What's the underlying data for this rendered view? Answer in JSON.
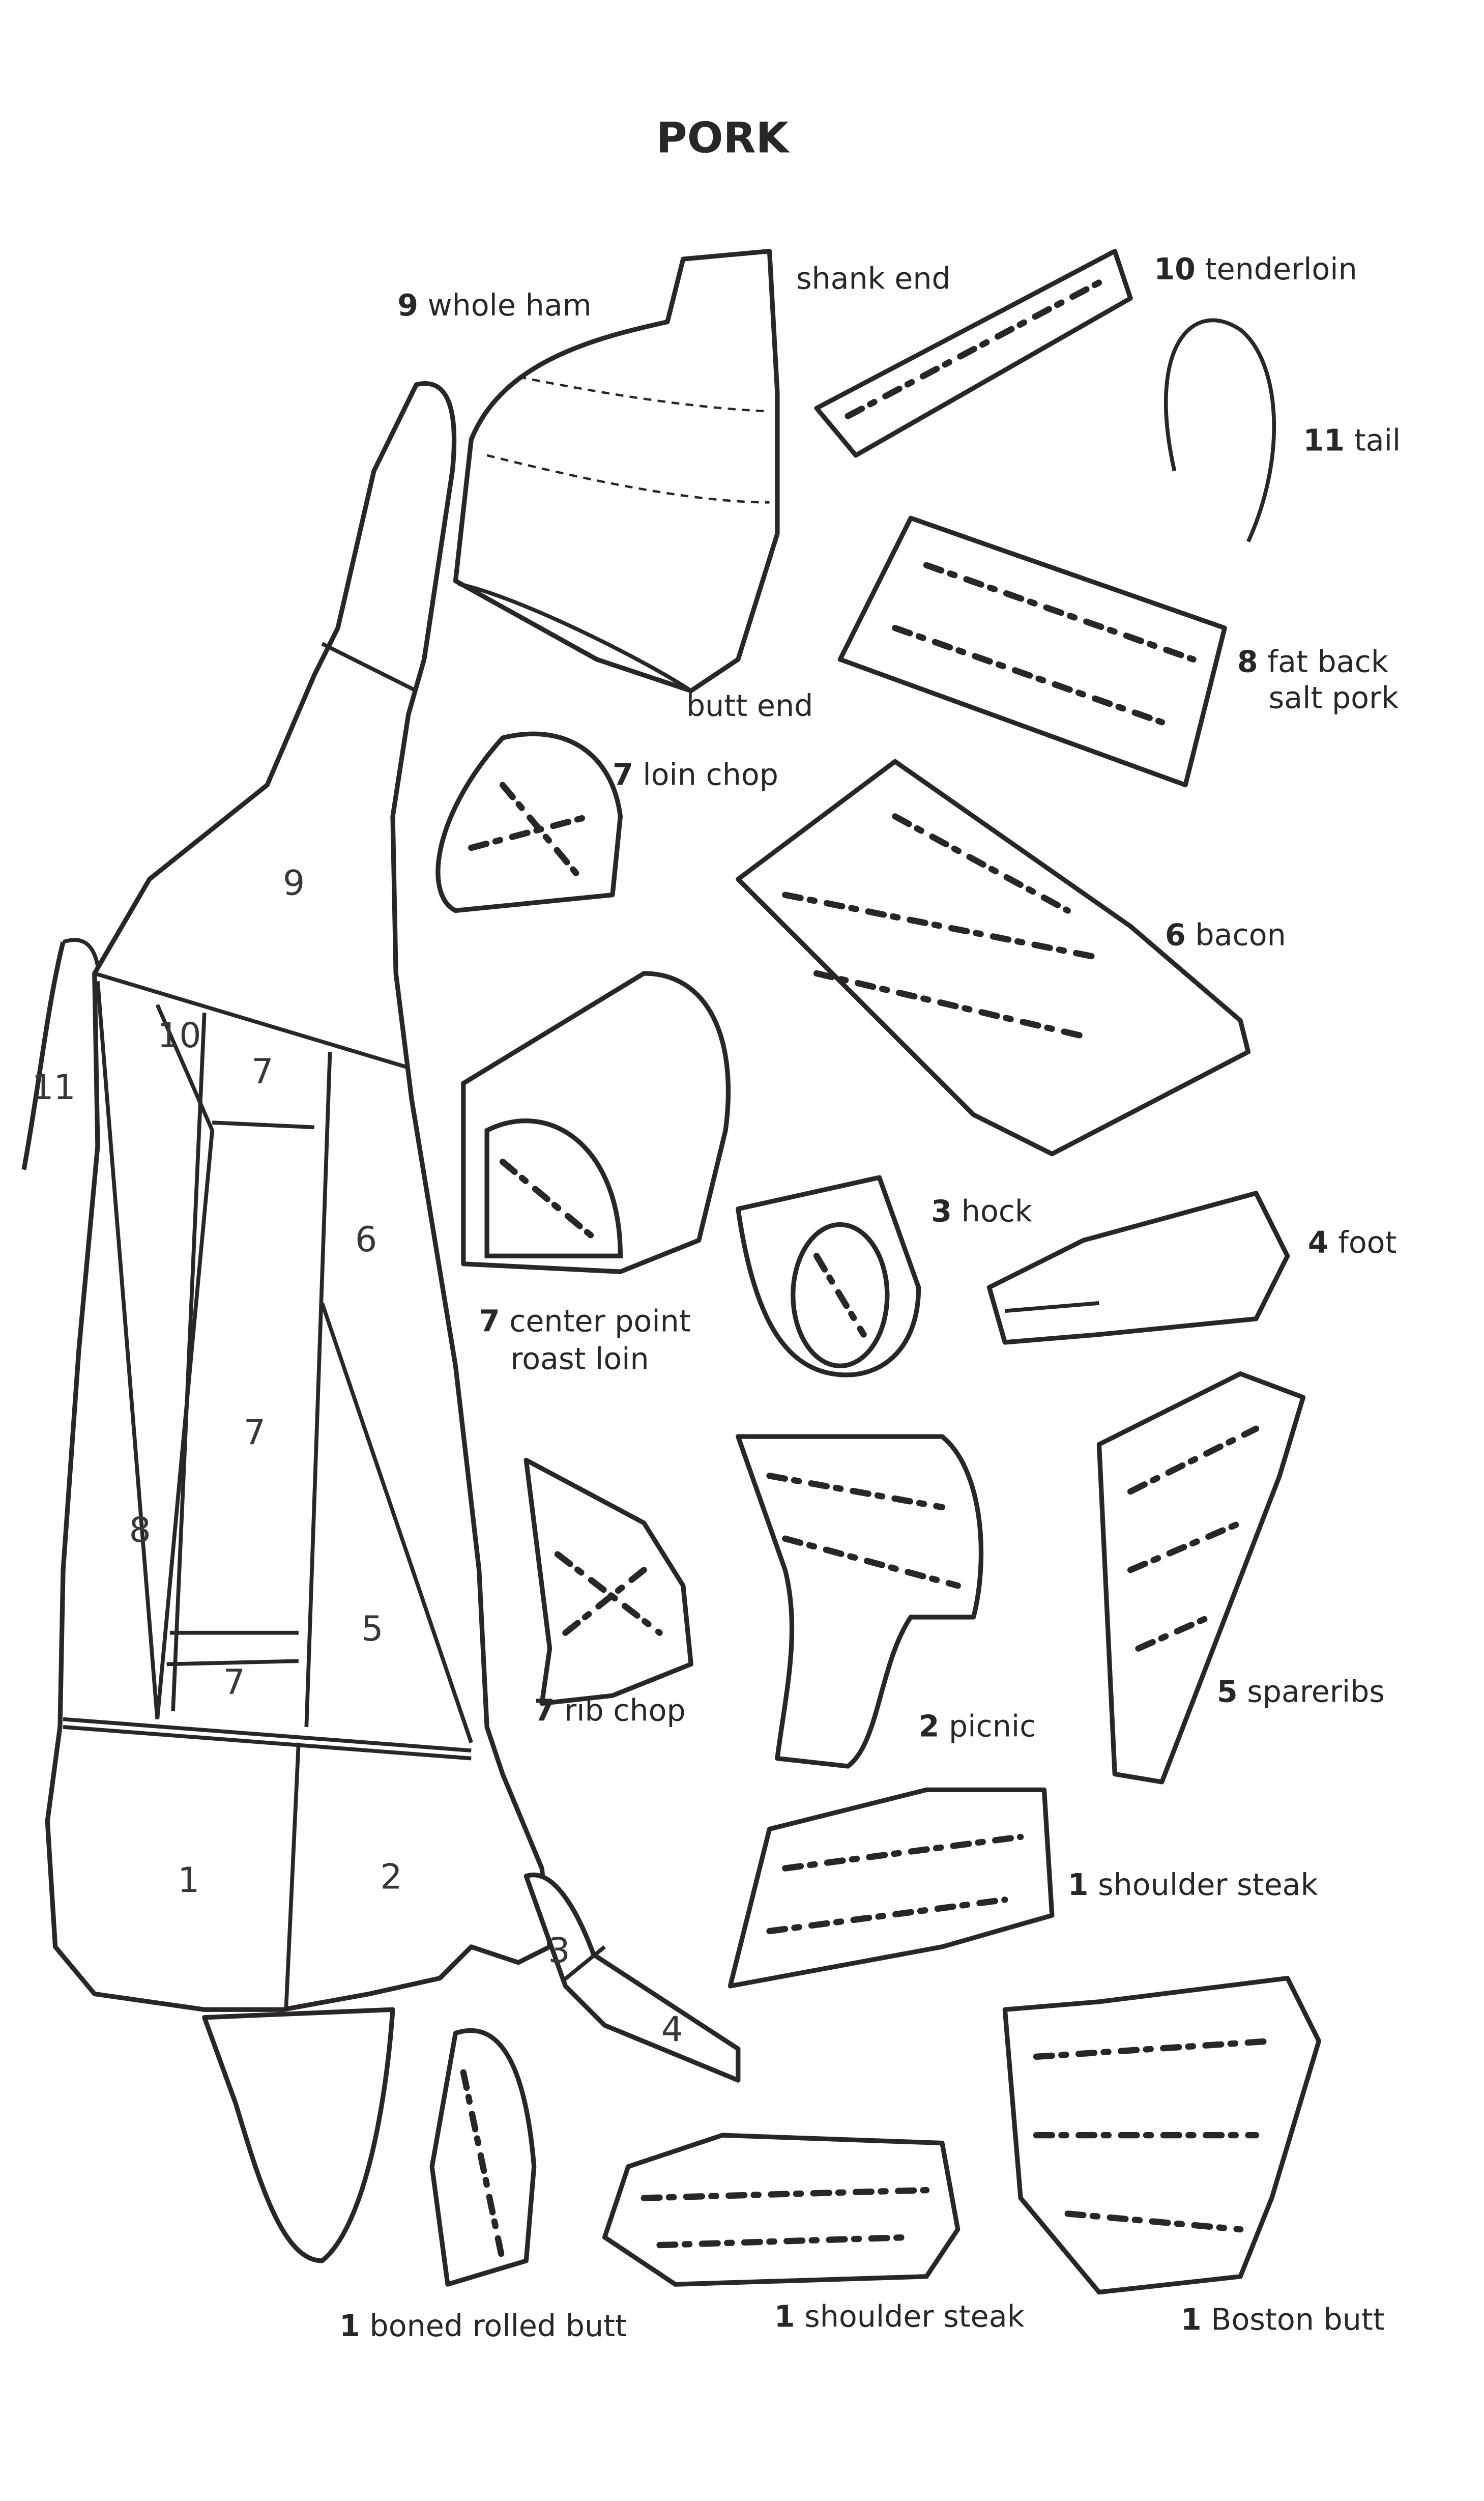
{
  "title": "PORK",
  "labels": {
    "whole_ham": {
      "num": "9",
      "name": "whole ham"
    },
    "shank_end": {
      "name": "shank end"
    },
    "butt_end": {
      "name": "butt end"
    },
    "tenderloin": {
      "num": "10",
      "name": "tenderloin"
    },
    "tail": {
      "num": "11",
      "name": "tail"
    },
    "fat_back": {
      "num": "8",
      "name": "fat back",
      "name2": "salt pork"
    },
    "loin_chop": {
      "num": "7",
      "name": "loin chop"
    },
    "bacon": {
      "num": "6",
      "name": "bacon"
    },
    "hock": {
      "num": "3",
      "name": "hock"
    },
    "foot": {
      "num": "4",
      "name": "foot"
    },
    "center_point": {
      "num": "7",
      "name": "center point",
      "name2": "roast loin"
    },
    "rib_chop": {
      "num": "7",
      "name": "rib chop"
    },
    "picnic": {
      "num": "2",
      "name": "picnic"
    },
    "spareribs": {
      "num": "5",
      "name": "spareribs"
    },
    "shoulder_steak_a": {
      "num": "1",
      "name": "shoulder steak"
    },
    "boned_rolled_butt": {
      "num": "1",
      "name": "boned rolled butt"
    },
    "shoulder_steak_b": {
      "num": "1",
      "name": "shoulder steak"
    },
    "boston_butt": {
      "num": "1",
      "name": "Boston butt"
    }
  },
  "carcass_numbers": [
    "9",
    "10",
    "11",
    "7",
    "6",
    "7",
    "8",
    "5",
    "7",
    "1",
    "2",
    "3",
    "4"
  ]
}
